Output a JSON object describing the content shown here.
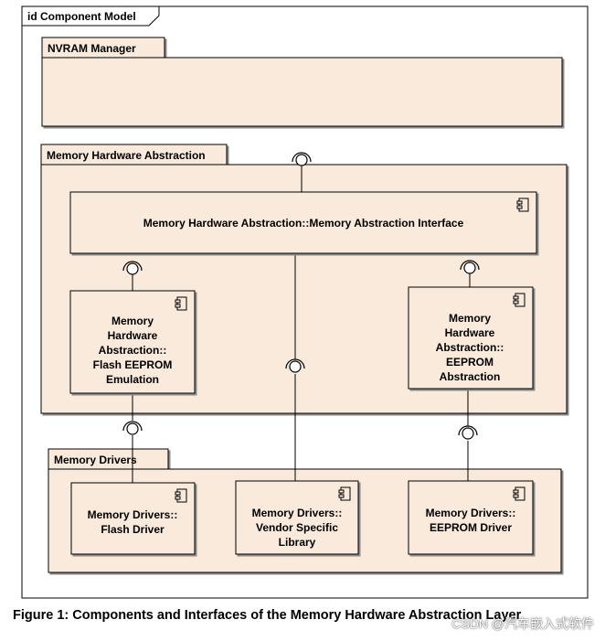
{
  "frame": {
    "title": "id Component Model"
  },
  "packages": {
    "nvram": {
      "label": "NVRAM Manager"
    },
    "mha": {
      "label": "Memory Hardware Abstraction"
    },
    "drivers": {
      "label": "Memory Drivers"
    }
  },
  "components": {
    "interface": {
      "lines": [
        "Memory Hardware Abstraction::Memory Abstraction Interface"
      ]
    },
    "flash_emulation": {
      "lines": [
        "Memory",
        "Hardware",
        "Abstraction::",
        "Flash EEPROM",
        "Emulation"
      ]
    },
    "eeprom_abstraction": {
      "lines": [
        "Memory",
        "Hardware",
        "Abstraction::",
        "EEPROM",
        "Abstraction"
      ]
    },
    "flash_driver": {
      "lines": [
        "Memory Drivers::",
        "Flash Driver"
      ]
    },
    "vendor_library": {
      "lines": [
        "Memory Drivers::",
        "Vendor Specific",
        "Library"
      ]
    },
    "eeprom_driver": {
      "lines": [
        "Memory Drivers::",
        "EEPROM Driver"
      ]
    }
  },
  "caption": "Figure 1: Components and Interfaces of the Memory Hardware Abstraction Layer",
  "watermark": "CSDN @汽车嵌入式软件",
  "colors": {
    "fill": "#f9eadb",
    "stroke": "#000000",
    "shadow": "#7a7a7a"
  }
}
